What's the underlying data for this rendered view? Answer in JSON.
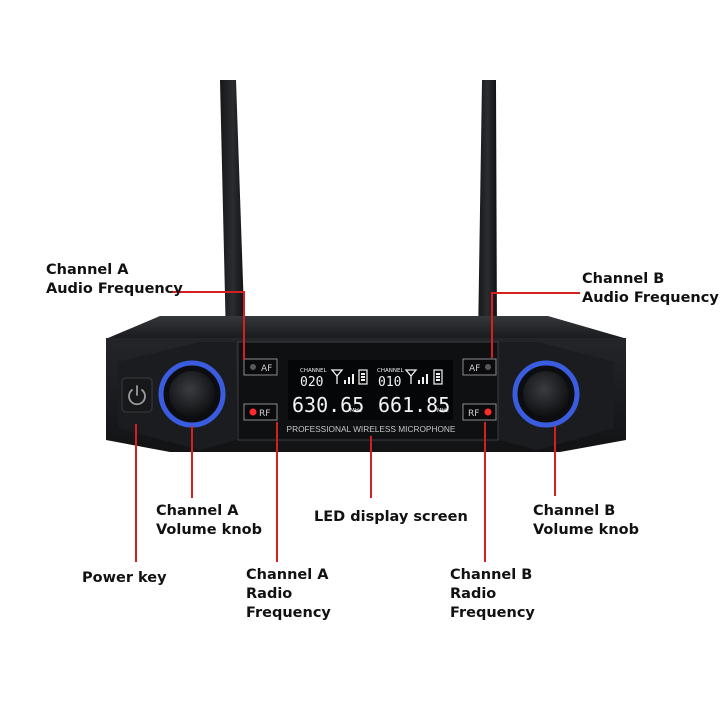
{
  "colors": {
    "callout": "#d42020",
    "body": "#1d1f22",
    "panel": "#101113",
    "lcd": "#050608",
    "lcd_text": "#f2f2f2",
    "knob_ring": "#3a5de0",
    "rf_led": "#ff2a2a"
  },
  "device": {
    "lcd": {
      "ch_a_label": "CHANNEL",
      "ch_a_number": "020",
      "ch_a_freq": "630.65",
      "ch_b_label": "CHANNEL",
      "ch_b_number": "010",
      "ch_b_freq": "661.85",
      "unit": "MHz"
    },
    "brand_text": "PROFESSIONAL WIRELESS MICROPHONE",
    "af_a_label": "AF",
    "af_b_label": "AF",
    "rf_a_label": "RF",
    "rf_b_label": "RF",
    "power_icon": "power-icon",
    "signal_icon": "antenna-signal-icon",
    "battery_icon": "battery-icon"
  },
  "callouts": {
    "channel_a_af": [
      "Channel A",
      "Audio Frequency"
    ],
    "channel_b_af": [
      "Channel B",
      "Audio Frequency"
    ],
    "channel_a_volume": [
      "Channel A",
      "Volume knob"
    ],
    "led_display": [
      "LED display screen"
    ],
    "channel_b_volume": [
      "Channel B",
      "Volume knob"
    ],
    "power_key": [
      "Power key"
    ],
    "channel_a_rf": [
      "Channel A",
      "Radio",
      "Frequency"
    ],
    "channel_b_rf": [
      "Channel B",
      "Radio",
      "Frequency"
    ]
  }
}
